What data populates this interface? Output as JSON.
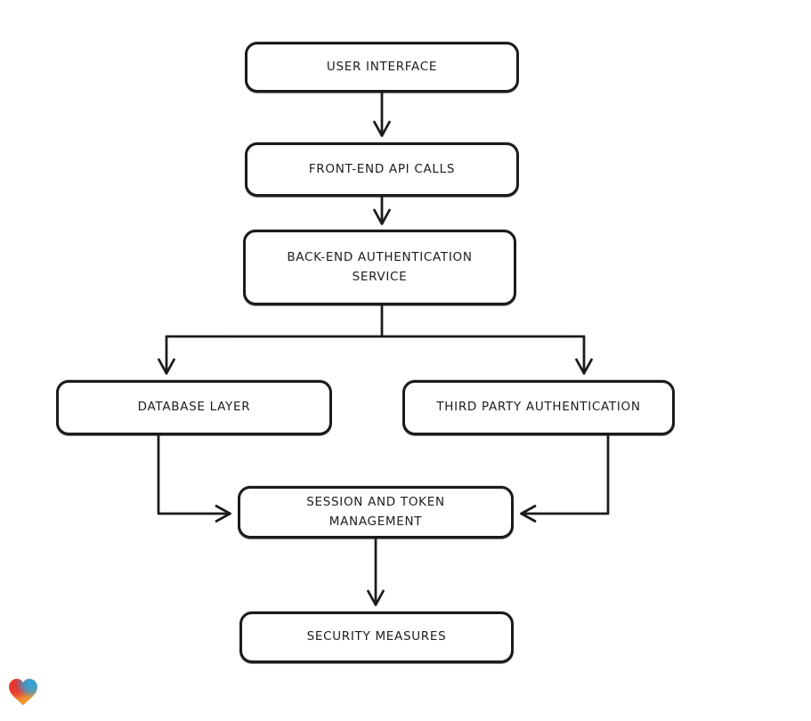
{
  "page": {
    "background_color": "#ffffff"
  },
  "diagram": {
    "type": "flowchart",
    "stroke_color": "#1b1b1b",
    "text_color": "#1d1d1d",
    "node_fill": "#ffffff",
    "nodes": [
      {
        "id": "user-interface",
        "label": "USER INTERFACE"
      },
      {
        "id": "front-end-api-calls",
        "label": "FRONT-END API CALLS"
      },
      {
        "id": "back-end-authentication-service",
        "label": "BACK-END AUTHENTICATION SERVICE"
      },
      {
        "id": "database-layer",
        "label": "DATABASE LAYER"
      },
      {
        "id": "third-party-authentication",
        "label": "THIRD PARTY AUTHENTICATION"
      },
      {
        "id": "session-and-token-management",
        "label": "SESSION AND TOKEN MANAGEMENT"
      },
      {
        "id": "security-measures",
        "label": "SECURITY MEASURES"
      }
    ],
    "edges": [
      {
        "from": "user-interface",
        "to": "front-end-api-calls"
      },
      {
        "from": "front-end-api-calls",
        "to": "back-end-authentication-service"
      },
      {
        "from": "back-end-authentication-service",
        "to": "database-layer"
      },
      {
        "from": "back-end-authentication-service",
        "to": "third-party-authentication"
      },
      {
        "from": "database-layer",
        "to": "session-and-token-management"
      },
      {
        "from": "third-party-authentication",
        "to": "session-and-token-management"
      },
      {
        "from": "session-and-token-management",
        "to": "security-measures"
      }
    ],
    "arrow_style": "open-v-hand-drawn"
  },
  "branding": {
    "logo_icon": "heart-gradient-icon",
    "logo_colors": {
      "red": "#e53230",
      "orange": "#f0922d",
      "blue": "#2ba2dc"
    }
  }
}
